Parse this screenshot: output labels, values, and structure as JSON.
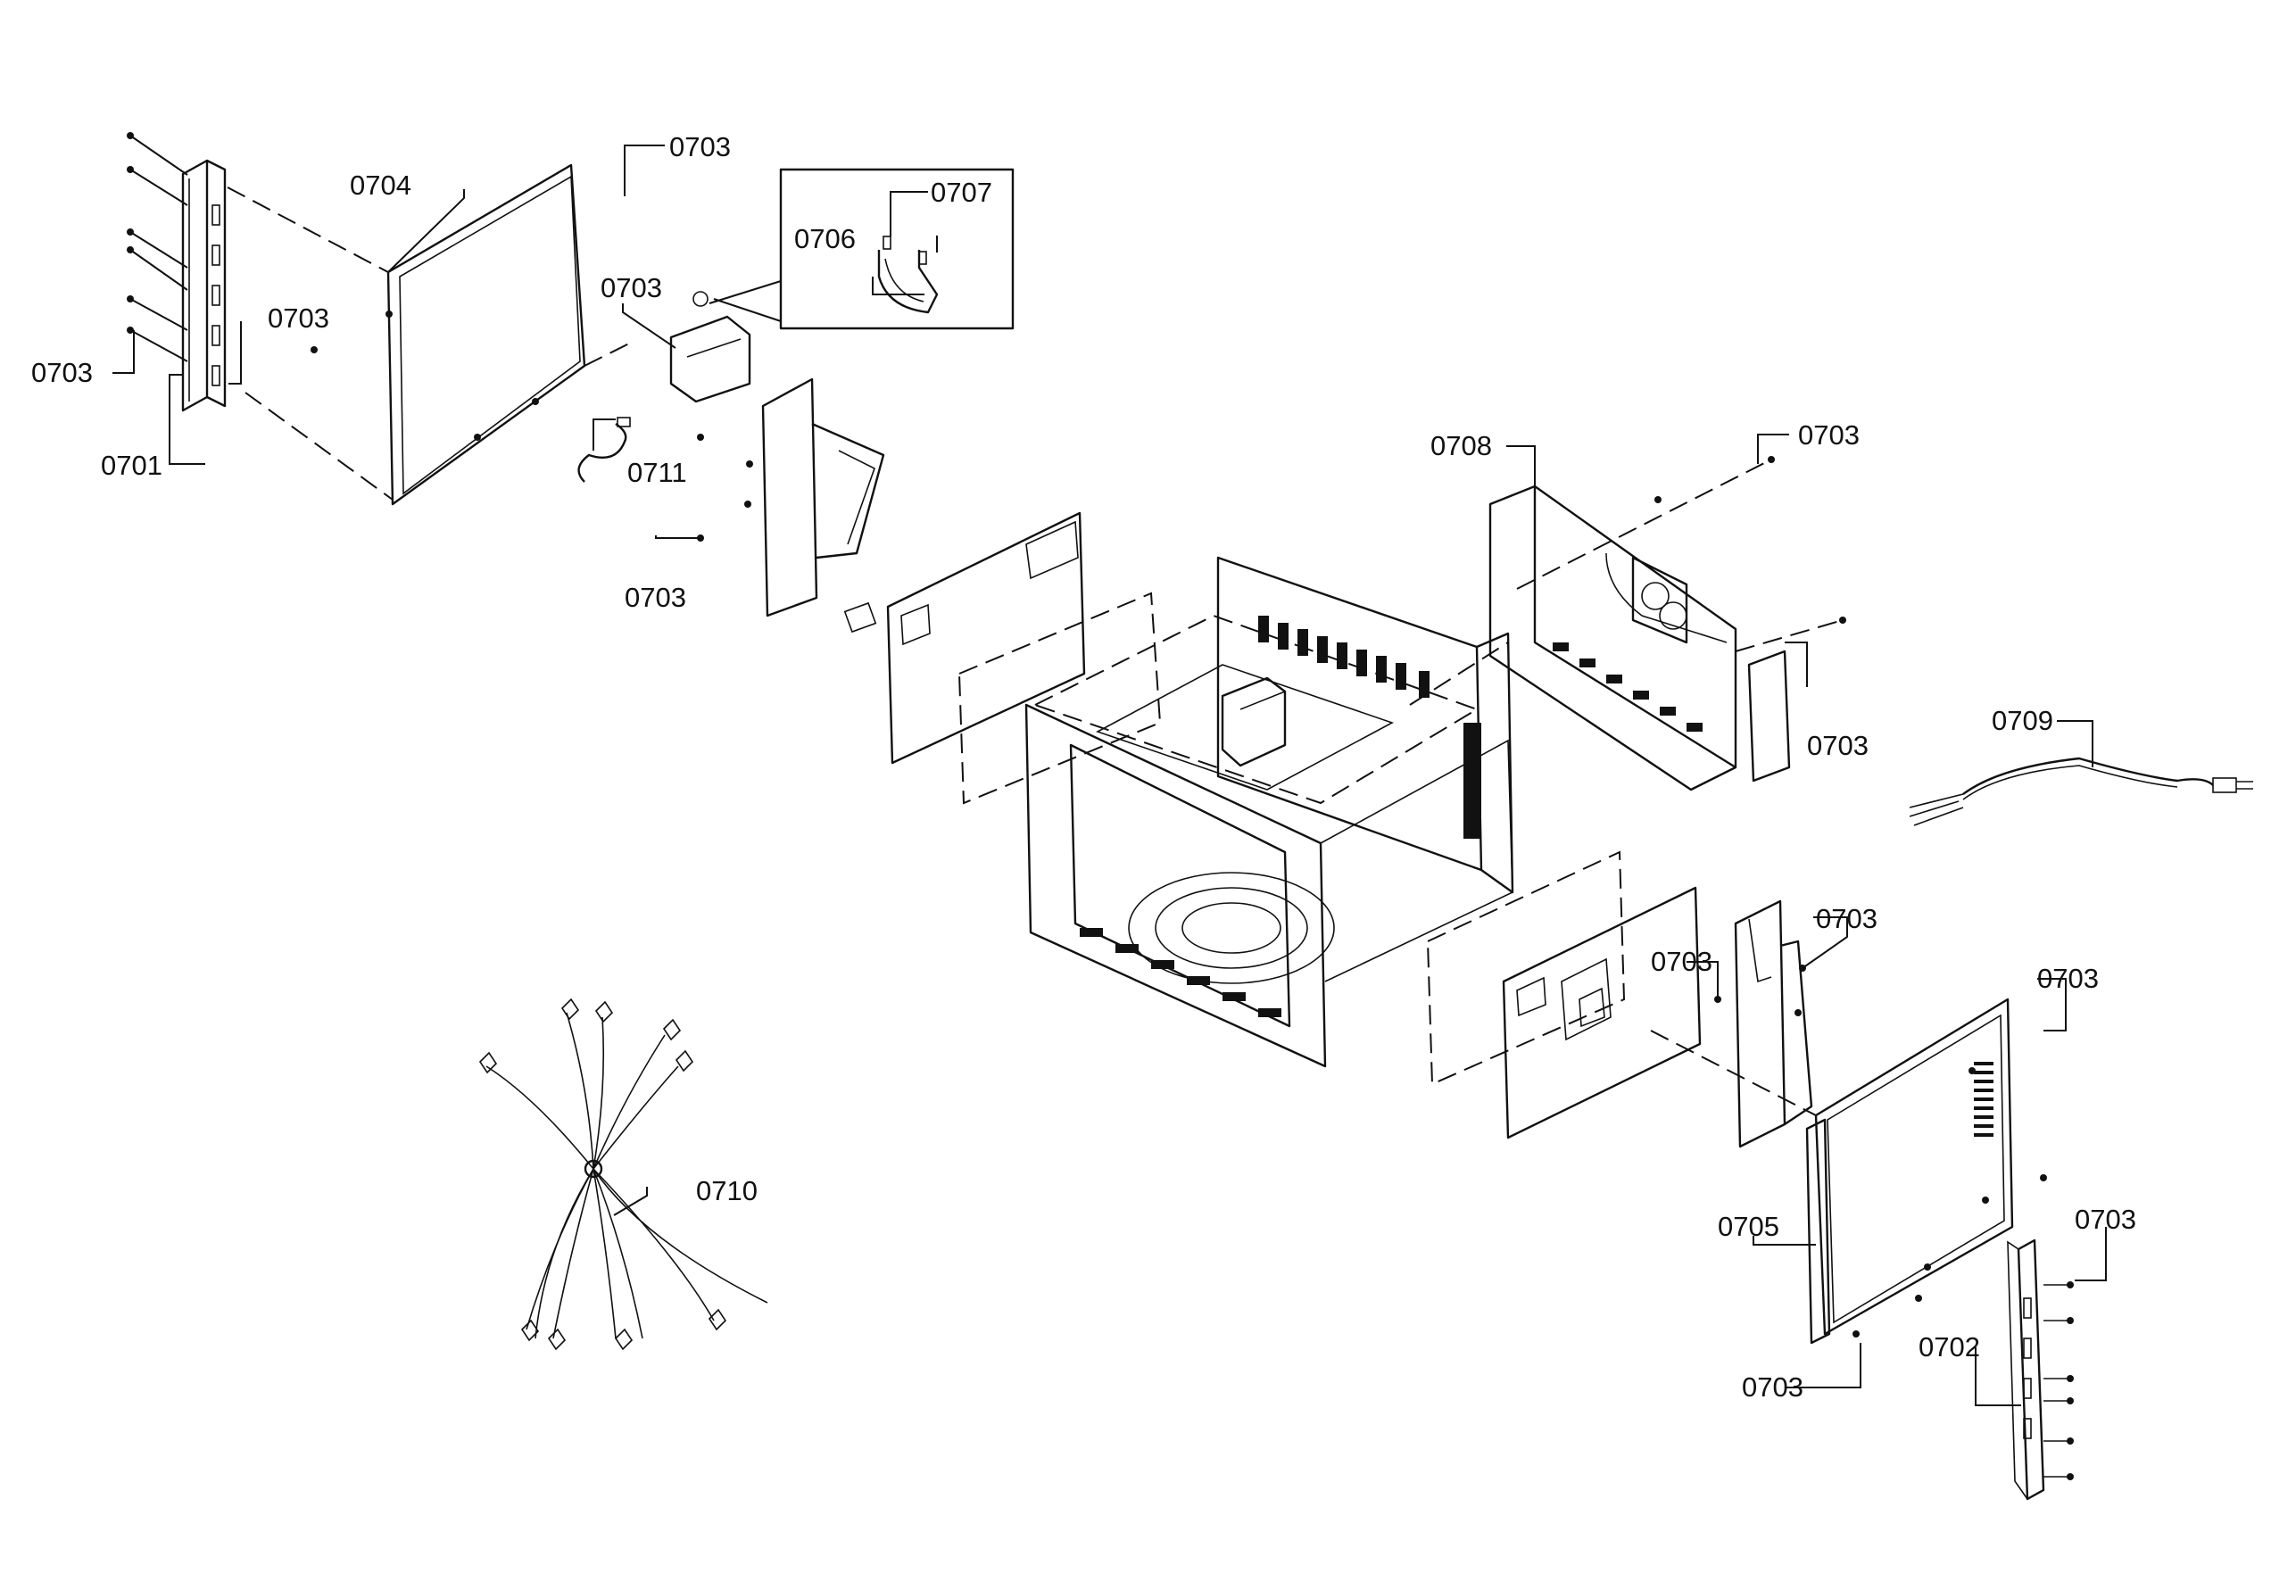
{
  "callouts": [
    {
      "id": "c1",
      "text": "0704"
    },
    {
      "id": "c2",
      "text": "0703"
    },
    {
      "id": "c3",
      "text": "0703"
    },
    {
      "id": "c4",
      "text": "0701"
    },
    {
      "id": "c5",
      "text": "0703"
    },
    {
      "id": "c6",
      "text": "0703"
    },
    {
      "id": "c7",
      "text": "0707"
    },
    {
      "id": "c8",
      "text": "0706"
    },
    {
      "id": "c9",
      "text": "0711"
    },
    {
      "id": "c10",
      "text": "0703"
    },
    {
      "id": "c11",
      "text": "0708"
    },
    {
      "id": "c12",
      "text": "0703"
    },
    {
      "id": "c13",
      "text": "0703"
    },
    {
      "id": "c14",
      "text": "0709"
    },
    {
      "id": "c15",
      "text": "0703"
    },
    {
      "id": "c16",
      "text": "0703"
    },
    {
      "id": "c17",
      "text": "0703"
    },
    {
      "id": "c18",
      "text": "0710"
    },
    {
      "id": "c19",
      "text": "0705"
    },
    {
      "id": "c20",
      "text": "0703"
    },
    {
      "id": "c21",
      "text": "0702"
    },
    {
      "id": "c22",
      "text": "0703"
    }
  ]
}
